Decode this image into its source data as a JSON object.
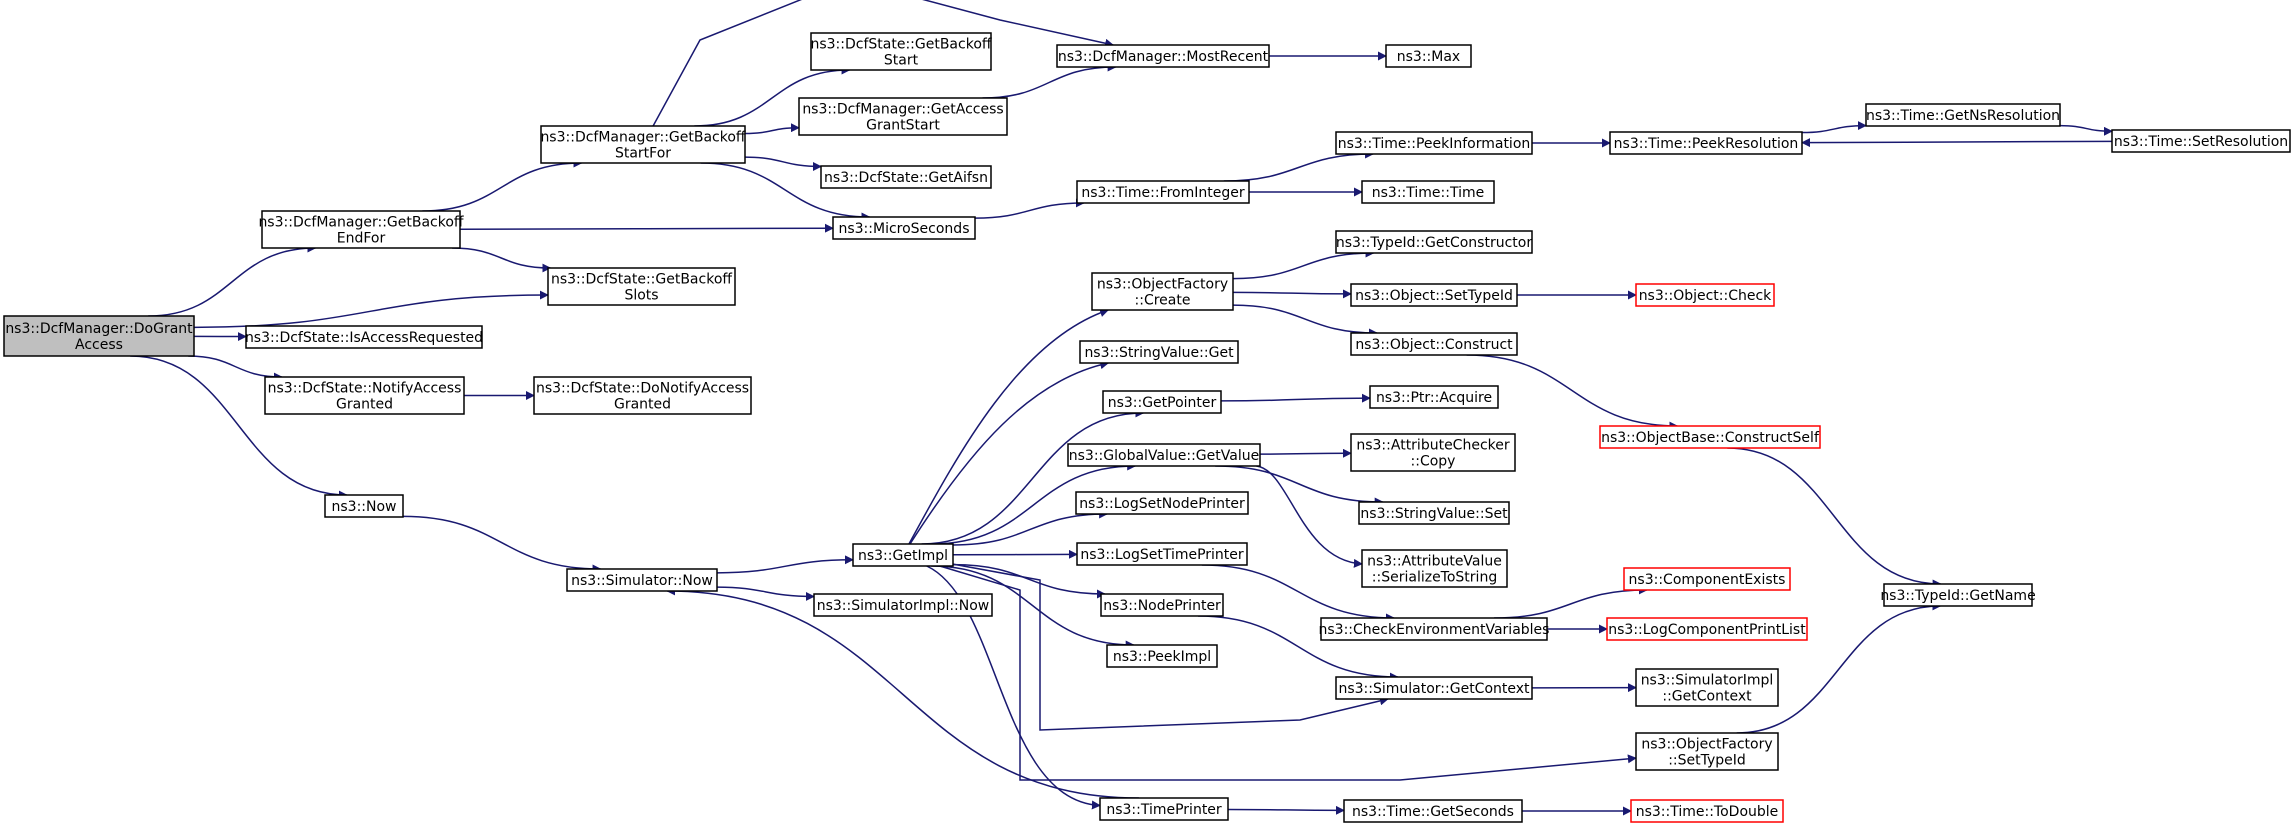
{
  "colors": {
    "edge": "#191970",
    "root_fill": "#bfbfbf",
    "node_fill": "#ffffff",
    "node_border": "#000000",
    "external_border": "#ff0000"
  },
  "nodes": {
    "doGrantAccess": {
      "lines": [
        "ns3::DcfManager::DoGrant",
        "Access"
      ]
    },
    "getBackoffEndFor": {
      "lines": [
        "ns3::DcfManager::GetBackoff",
        "EndFor"
      ]
    },
    "getBackoffStartFor": {
      "lines": [
        "ns3::DcfManager::GetBackoff",
        "StartFor"
      ]
    },
    "dcfGetBackoffStart": {
      "lines": [
        "ns3::DcfState::GetBackoff",
        "Start"
      ]
    },
    "getAccessGrantStart": {
      "lines": [
        "ns3::DcfManager::GetAccess",
        "GrantStart"
      ]
    },
    "mostRecent": {
      "lines": [
        "ns3::DcfManager::MostRecent"
      ]
    },
    "max": {
      "lines": [
        "ns3::Max"
      ]
    },
    "getAifsn": {
      "lines": [
        "ns3::DcfState::GetAifsn"
      ]
    },
    "microSeconds": {
      "lines": [
        "ns3::MicroSeconds"
      ]
    },
    "fromInteger": {
      "lines": [
        "ns3::Time::FromInteger"
      ]
    },
    "peekInformation": {
      "lines": [
        "ns3::Time::PeekInformation"
      ]
    },
    "peekResolution": {
      "lines": [
        "ns3::Time::PeekResolution"
      ]
    },
    "getNsResolution": {
      "lines": [
        "ns3::Time::GetNsResolution"
      ]
    },
    "setResolution": {
      "lines": [
        "ns3::Time::SetResolution"
      ]
    },
    "timeTime": {
      "lines": [
        "ns3::Time::Time"
      ]
    },
    "getBackoffSlots": {
      "lines": [
        "ns3::DcfState::GetBackoff",
        "Slots"
      ]
    },
    "isAccessRequested": {
      "lines": [
        "ns3::DcfState::IsAccessRequested"
      ]
    },
    "notifyAccessGranted": {
      "lines": [
        "ns3::DcfState::NotifyAccess",
        "Granted"
      ]
    },
    "doNotifyAccessGranted": {
      "lines": [
        "ns3::DcfState::DoNotifyAccess",
        "Granted"
      ]
    },
    "now": {
      "lines": [
        "ns3::Now"
      ]
    },
    "simulatorNow": {
      "lines": [
        "ns3::Simulator::Now"
      ]
    },
    "simulatorImplNow": {
      "lines": [
        "ns3::SimulatorImpl::Now"
      ]
    },
    "getImpl": {
      "lines": [
        "ns3::GetImpl"
      ]
    },
    "objectFactoryCreate": {
      "lines": [
        "ns3::ObjectFactory",
        "::Create"
      ]
    },
    "getConstructor": {
      "lines": [
        "ns3::TypeId::GetConstructor"
      ]
    },
    "setTypeId": {
      "lines": [
        "ns3::Object::SetTypeId"
      ]
    },
    "objectCheck": {
      "lines": [
        "ns3::Object::Check"
      ]
    },
    "objectConstruct": {
      "lines": [
        "ns3::Object::Construct"
      ]
    },
    "constructSelf": {
      "lines": [
        "ns3::ObjectBase::ConstructSelf"
      ]
    },
    "stringValueGet": {
      "lines": [
        "ns3::StringValue::Get"
      ]
    },
    "getPointer": {
      "lines": [
        "ns3::GetPointer"
      ]
    },
    "ptrAcquire": {
      "lines": [
        "ns3::Ptr::Acquire"
      ]
    },
    "globalGetValue": {
      "lines": [
        "ns3::GlobalValue::GetValue"
      ]
    },
    "attrCheckerCopy": {
      "lines": [
        "ns3::AttributeChecker",
        "::Copy"
      ]
    },
    "stringValueSet": {
      "lines": [
        "ns3::StringValue::Set"
      ]
    },
    "serializeToString": {
      "lines": [
        "ns3::AttributeValue",
        "::SerializeToString"
      ]
    },
    "logSetNodePrinter": {
      "lines": [
        "ns3::LogSetNodePrinter"
      ]
    },
    "logSetTimePrinter": {
      "lines": [
        "ns3::LogSetTimePrinter"
      ]
    },
    "nodePrinter": {
      "lines": [
        "ns3::NodePrinter"
      ]
    },
    "peekImpl": {
      "lines": [
        "ns3::PeekImpl"
      ]
    },
    "checkEnvVars": {
      "lines": [
        "ns3::CheckEnvironmentVariables"
      ]
    },
    "componentExists": {
      "lines": [
        "ns3::ComponentExists"
      ]
    },
    "logComponentPrintList": {
      "lines": [
        "ns3::LogComponentPrintList"
      ]
    },
    "typeIdGetName": {
      "lines": [
        "ns3::TypeId::GetName"
      ]
    },
    "simulatorGetContext": {
      "lines": [
        "ns3::Simulator::GetContext"
      ]
    },
    "simulatorImplGetContext": {
      "lines": [
        "ns3::SimulatorImpl",
        "::GetContext"
      ]
    },
    "objectFactorySetTypeId": {
      "lines": [
        "ns3::ObjectFactory",
        "::SetTypeId"
      ]
    },
    "timePrinter": {
      "lines": [
        "ns3::TimePrinter"
      ]
    },
    "timeGetSeconds": {
      "lines": [
        "ns3::Time::GetSeconds"
      ]
    },
    "timeToDouble": {
      "lines": [
        "ns3::Time::ToDouble"
      ]
    }
  }
}
